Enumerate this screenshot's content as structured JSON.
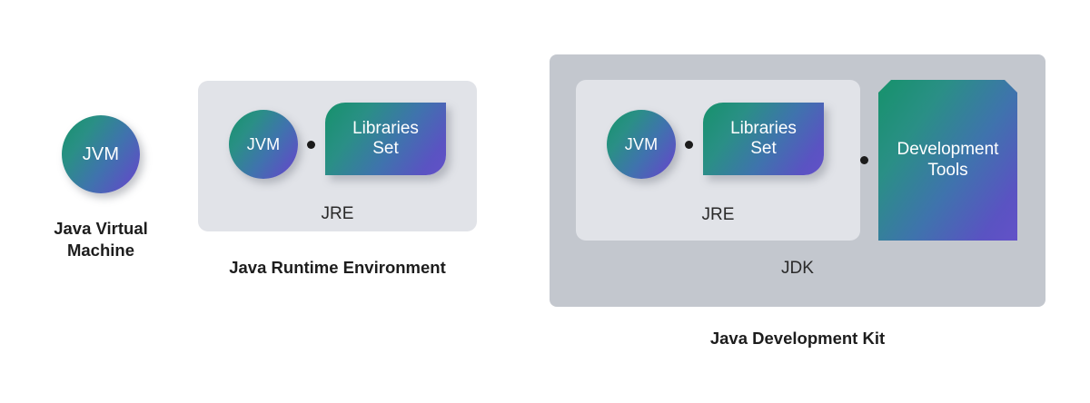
{
  "diagram": {
    "title_sequence": [
      "Java Virtual Machine",
      "Java Runtime Environment",
      "Java Development Kit"
    ],
    "background_color": "#ffffff",
    "gradient_start": "#16926b",
    "gradient_end": "#6351c8",
    "panel_jre_color": "#e1e3e8",
    "panel_jdk_color": "#c3c7ce",
    "dot_color": "#1b1b1b"
  },
  "jvm_group": {
    "circle_label": "JVM",
    "caption_line1": "Java Virtual",
    "caption_line2": "Machine"
  },
  "jre_group": {
    "circle_label": "JVM",
    "libraries_line1": "Libraries",
    "libraries_line2": "Set",
    "inner_label": "JRE",
    "caption": "Java Runtime Environment",
    "separator": "dot"
  },
  "jdk_group": {
    "circle_label": "JVM",
    "libraries_line1": "Libraries",
    "libraries_line2": "Set",
    "inner_label": "JRE",
    "devtools_line1": "Development",
    "devtools_line2": "Tools",
    "outer_label": "JDK",
    "caption": "Java Development Kit",
    "separator_inner": "dot",
    "separator_outer": "dot"
  }
}
